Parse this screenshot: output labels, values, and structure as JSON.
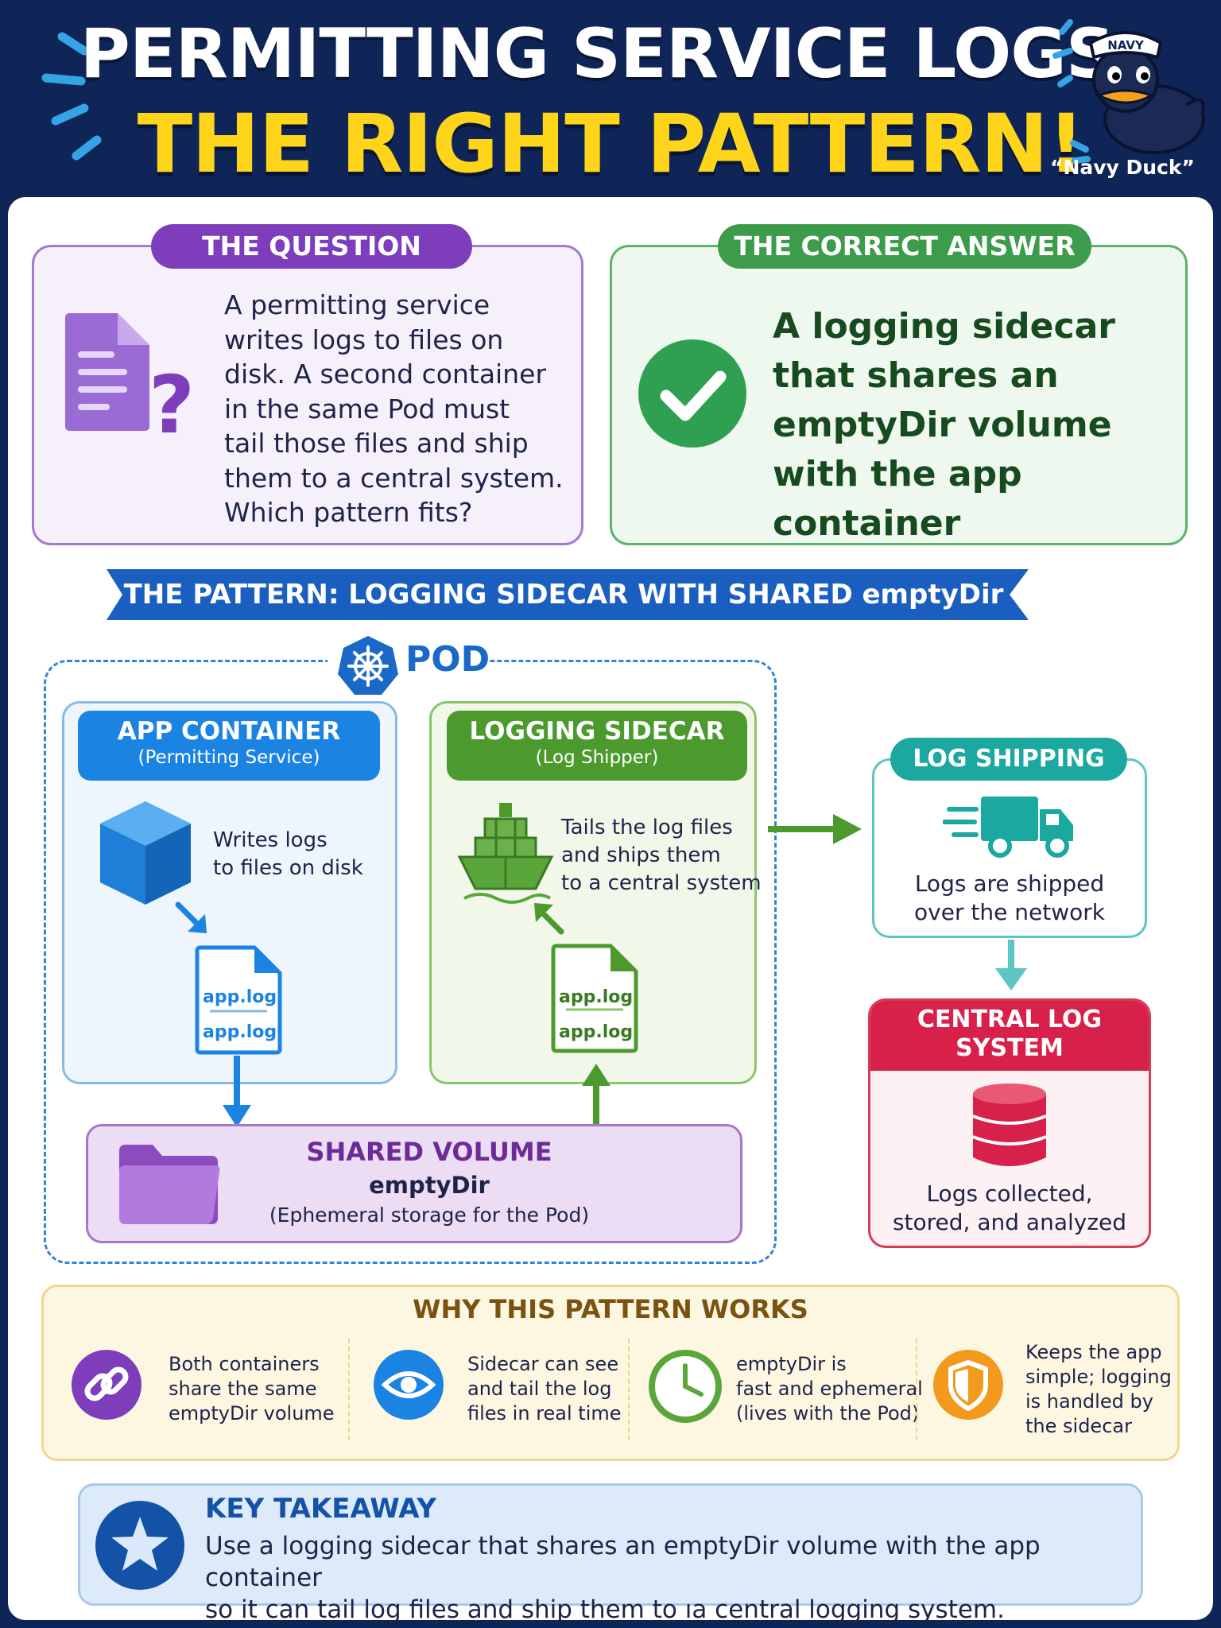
{
  "header": {
    "title_line1": "PERMITTING SERVICE LOGS:",
    "title_line2": "THE RIGHT PATTERN!",
    "mascot_cap_text": "NAVY",
    "mascot_caption": "“Navy Duck”"
  },
  "question": {
    "label": "THE QUESTION",
    "lines": [
      "A permitting service",
      "writes logs to files on",
      "disk. A second container",
      "in the same Pod must",
      "tail those files and ship",
      "them to a central system.",
      "Which pattern fits?"
    ],
    "icon": "document-question-icon"
  },
  "answer": {
    "label": "THE CORRECT ANSWER",
    "lines": [
      "A logging sidecar",
      "that shares an",
      "emptyDir volume",
      "with the app container"
    ],
    "icon": "check-circle-icon"
  },
  "pattern_banner": "THE PATTERN: LOGGING SIDECAR WITH SHARED emptyDir",
  "pod": {
    "label": "POD",
    "icon": "kubernetes-helm-icon",
    "app_container": {
      "title": "APP CONTAINER",
      "subtitle": "(Permitting Service)",
      "desc_lines": [
        "Writes logs",
        "to files on disk"
      ],
      "files": [
        "app.log",
        "app.log"
      ],
      "icon": "cube-icon"
    },
    "sidecar": {
      "title": "LOGGING SIDECAR",
      "subtitle": "(Log Shipper)",
      "desc_lines": [
        "Tails the log files",
        "and ships them",
        "to a central system"
      ],
      "files": [
        "app.log",
        "app.log"
      ],
      "icon": "cargo-ship-icon"
    },
    "shared_volume": {
      "title": "SHARED VOLUME",
      "name": "emptyDir",
      "note": "(Ephemeral storage for the Pod)",
      "icon": "folder-icon"
    }
  },
  "log_shipping": {
    "title": "LOG SHIPPING",
    "lines": [
      "Logs are shipped",
      "over the network"
    ],
    "icon": "truck-icon"
  },
  "central_log": {
    "title_lines": [
      "CENTRAL LOG",
      "SYSTEM"
    ],
    "lines": [
      "Logs collected,",
      "stored, and analyzed"
    ],
    "icon": "database-icon"
  },
  "why": {
    "title": "WHY THIS PATTERN WORKS",
    "items": [
      {
        "icon": "link-icon",
        "lines": [
          "Both containers",
          "share the same",
          "emptyDir volume"
        ]
      },
      {
        "icon": "eye-icon",
        "lines": [
          "Sidecar can see",
          "and tail the log",
          "files in real time"
        ]
      },
      {
        "icon": "clock-icon",
        "lines": [
          "emptyDir is",
          "fast and ephemeral",
          "(lives with the Pod)"
        ]
      },
      {
        "icon": "shield-icon",
        "lines": [
          "Keeps the app",
          "simple; logging",
          "is handled by",
          "the sidecar"
        ]
      }
    ]
  },
  "takeaway": {
    "title": "KEY TAKEAWAY",
    "lines": [
      "Use a logging sidecar that shares an emptyDir volume with the app container",
      "so it can tail log files and ship them to ıa central logging system."
    ],
    "icon": "star-icon"
  },
  "colors": {
    "navy": "#0f2557",
    "yellow": "#ffd51c",
    "purple": "#7e3dbb",
    "green": "#3c9c4c",
    "blue": "#1b83e2",
    "teal": "#1aa8a0",
    "red": "#d7204a"
  }
}
